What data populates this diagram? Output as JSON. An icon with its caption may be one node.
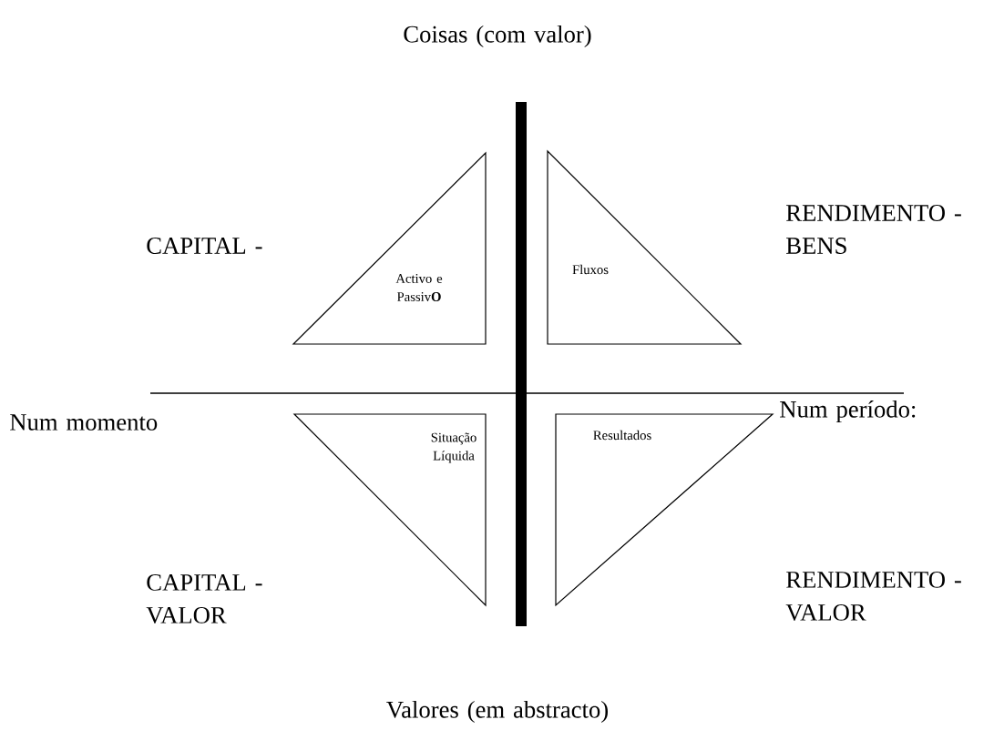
{
  "diagram": {
    "nodes": [
      {
        "text": [
          "Activo e Passiv**O**"
        ]
      },
      {
        "text": [
          "Fluxos"
        ]
      },
      {
        "text": [
          "Situação Líquida"
        ]
      },
      {
        "text": [
          "Resultados"
        ]
      }
    ],
    "labels": [
      "Coisas (com valor)",
      "CAPITAL -",
      "RENDIMENTO - BENS",
      "Num momento",
      "Num período:",
      "CAPITAL - VALOR",
      "RENDIMENTO - VALOR",
      "Valores (em abstracto)"
    ]
  }
}
